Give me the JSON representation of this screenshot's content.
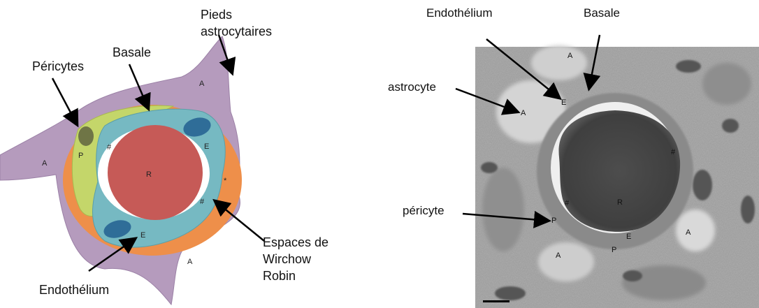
{
  "left_diagram": {
    "labels": {
      "pieds": "Pieds",
      "astrocytaires": "astrocytaires",
      "basale": "Basale",
      "pericytes": "Péricytes",
      "espaces_de": "Espaces de",
      "wirchow": "Wirchow",
      "robin": "Robin",
      "endothelium": "Endothélium"
    },
    "inner_marks": {
      "A1": "A",
      "A2": "A",
      "A3": "A",
      "P": "P",
      "R": "R",
      "E1": "E",
      "E2": "E",
      "hash1": "#",
      "hash2": "#",
      "star": "*"
    },
    "colors": {
      "astrocyte": "#b59bbd",
      "basale": "#ee8f4a",
      "pericyte": "#c4d66a",
      "pericyte_nucleus": "#6f7546",
      "endothelium": "#76b9c2",
      "endothelial_nucleus": "#2f6d98",
      "lumen": "#c65a57",
      "space": "#ffffff"
    }
  },
  "micrograph": {
    "labels": {
      "endothelium": "Endothélium",
      "basale": "Basale",
      "astrocyte": "astrocyte",
      "pericyte": "péricyte"
    },
    "inner_marks": {
      "A1": "A",
      "A2": "A",
      "A3": "A",
      "A4": "A",
      "E1": "E",
      "E2": "E",
      "P1": "P",
      "P2": "P",
      "R": "R",
      "hash1": "#",
      "hash2": "#"
    }
  }
}
